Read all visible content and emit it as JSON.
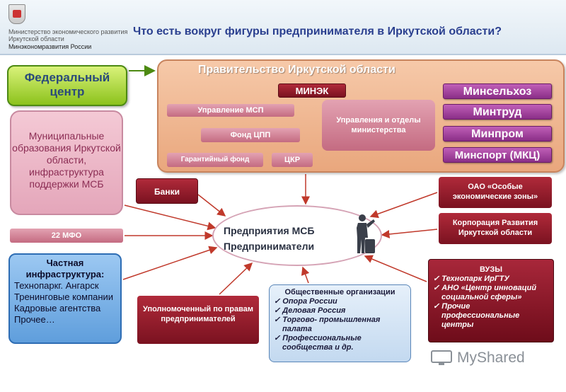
{
  "header": {
    "ministry_line1": "Министерство экономического развития Иркутской области",
    "ministry_line2": "Минэкономразвития России",
    "title": "Что есть вокруг фигуры предпринимателя в Иркутской области?"
  },
  "federal_center": "Федеральный центр",
  "government": {
    "title": "Правительство Иркутской области",
    "minek": "МИНЭК",
    "upravlenie_msp": "Управление МСП",
    "fond_cpp": "Фонд ЦПП",
    "garant_fond": "Гарантийный фонд",
    "ckr": "ЦКР",
    "upravleniya_otdely": "Управления и отделы министерства",
    "ministries": [
      "Минсельхоз",
      "Минтруд",
      "Минпром",
      "Минспорт (МКЦ)"
    ]
  },
  "municipal": "Муниципальные образования Иркутской области, инфраструктура поддержки МСБ",
  "mfo": "22 МФО",
  "private_infra": {
    "title": "Частная инфраструктура:",
    "items": [
      "Технопаркг. Ангарск",
      "Тренинговые компании",
      "Кадровые агентства",
      "Прочее…"
    ]
  },
  "banks": "Банки",
  "center": {
    "line1": "Предприятия МСБ",
    "line2": "Предприниматели"
  },
  "oez": "ОАО «Особые экономические зоны»",
  "corporation": "Корпорация Развития Иркутской области",
  "universities": {
    "title": "ВУЗЫ",
    "items": [
      "Технопарк ИрГТУ",
      "АНО «Центр инноваций социальной сферы»",
      "Прочие профессиональные центры"
    ]
  },
  "ombudsman": "Уполномоченный по правам предпринимателей",
  "public_orgs": {
    "title": "Общественные организации",
    "items": [
      "Опора России",
      "Деловая Россия",
      "Торгово- промышленная палата",
      "Профессиональные сообщества и др."
    ]
  },
  "watermark": "MyShared",
  "colors": {
    "arrow": "#c0392b",
    "federal_green": "#8cc21c",
    "government_peach": "#e9a77d",
    "dark_red": "#7a1220",
    "magenta": "#8a2e87",
    "private_blue": "#5f9edc",
    "title_blue": "#2a3f8f"
  },
  "icons": [
    "coat-of-arms-icon",
    "businessman-icon",
    "myshared-logo-icon",
    "checkmark-icon"
  ]
}
